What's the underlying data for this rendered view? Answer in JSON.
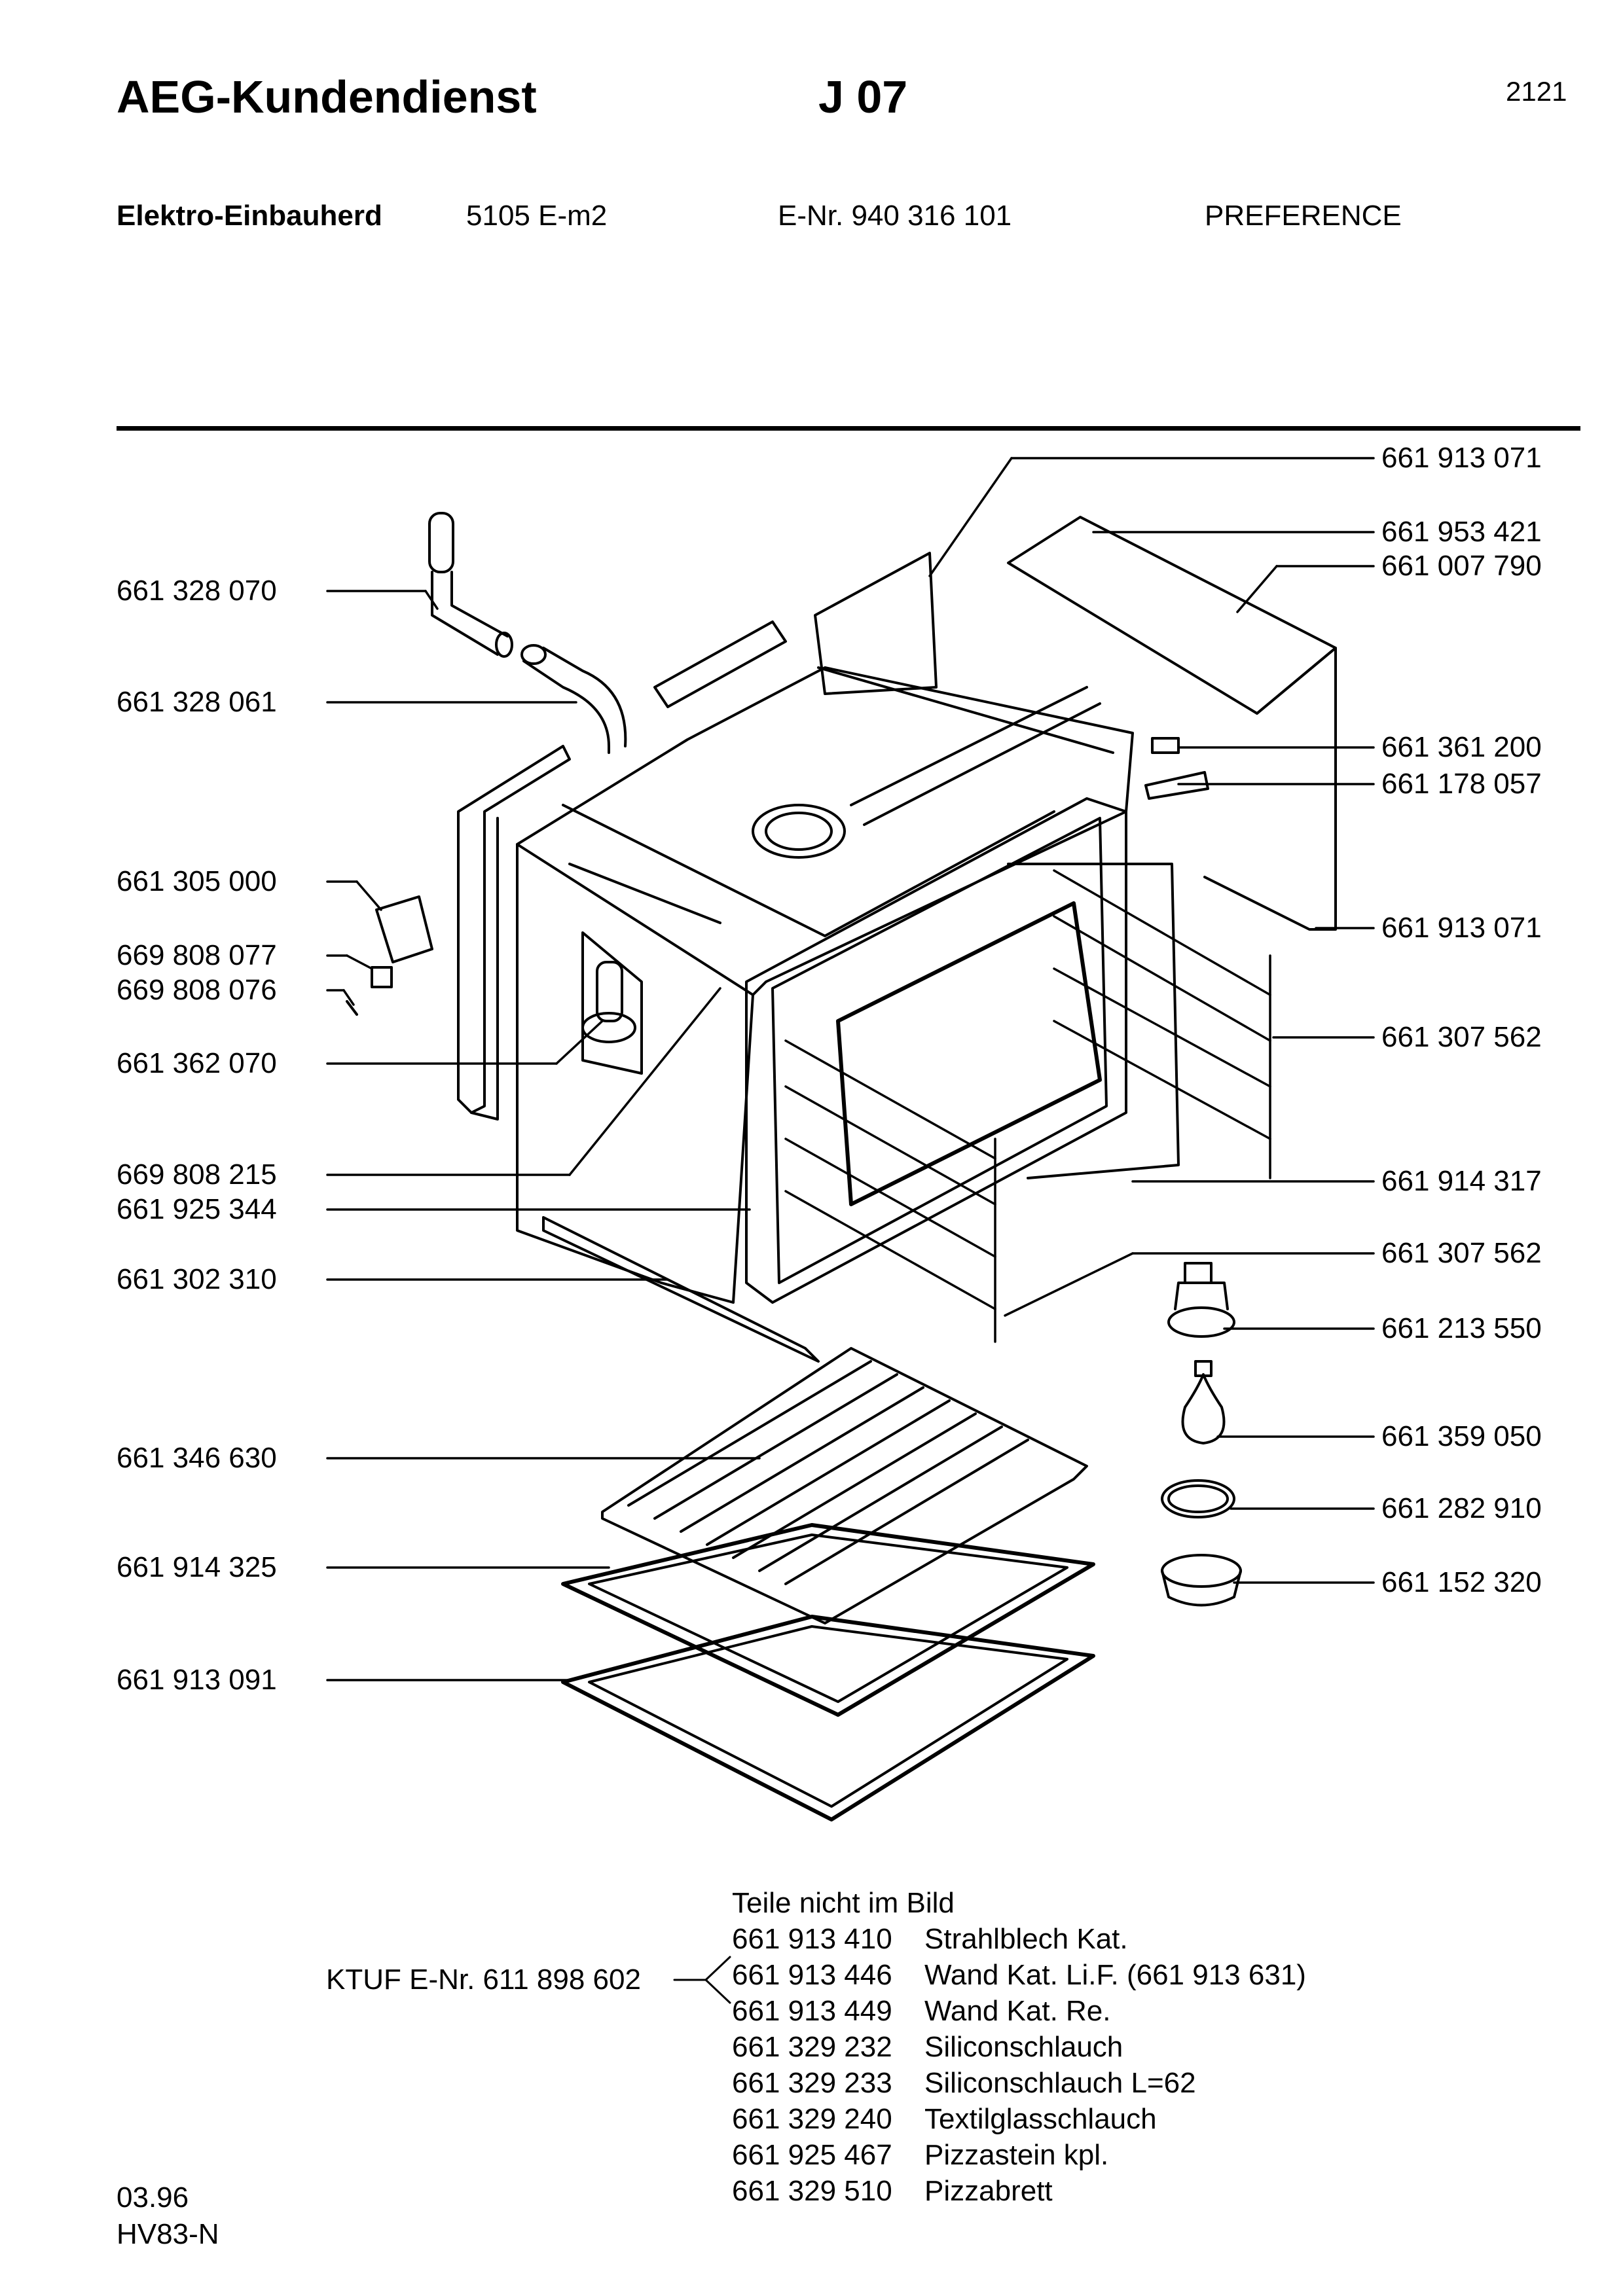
{
  "header": {
    "brand": "AEG-Kundendienst",
    "group": "J 07",
    "page_number": "2121"
  },
  "subheader": {
    "device": "Elektro-Einbauherd",
    "model": "5105 E-m2",
    "e_number": "E-Nr. 940 316 101",
    "series": "PREFERENCE"
  },
  "parts_left": [
    "661 328 070",
    "661 328 061",
    "661 305 000",
    "669 808 077",
    "669 808 076",
    "661 362 070",
    "669 808 215",
    "661 925 344",
    "661 302 310",
    "661 346 630",
    "661 914 325",
    "661 913 091"
  ],
  "parts_right": [
    "661 913 071",
    "661 953 421",
    "661 007 790",
    "661 361 200",
    "661 178 057",
    "661 913 071",
    "661 307 562",
    "661 914 317",
    "661 307 562",
    "661 213 550",
    "661 359 050",
    "661 282 910",
    "661 152 320"
  ],
  "not_pictured": {
    "heading": "Teile nicht im Bild",
    "kit_label": "KTUF  E-Nr. 611 898 602",
    "items": [
      {
        "number": "661 913 410",
        "description": "Strahlblech Kat."
      },
      {
        "number": "661 913 446",
        "description": "Wand Kat. Li.F. (661 913 631)"
      },
      {
        "number": "661 913 449",
        "description": "Wand Kat. Re."
      },
      {
        "number": "661 329 232",
        "description": "Siliconschlauch"
      },
      {
        "number": "661 329 233",
        "description": "Siliconschlauch  L=62"
      },
      {
        "number": "661 329 240",
        "description": "Textilglasschlauch"
      },
      {
        "number": "661 925 467",
        "description": "Pizzastein kpl."
      },
      {
        "number": "661 329 510",
        "description": "Pizzabrett"
      }
    ]
  },
  "footer": {
    "date": "03.96",
    "code": "HV83-N"
  }
}
